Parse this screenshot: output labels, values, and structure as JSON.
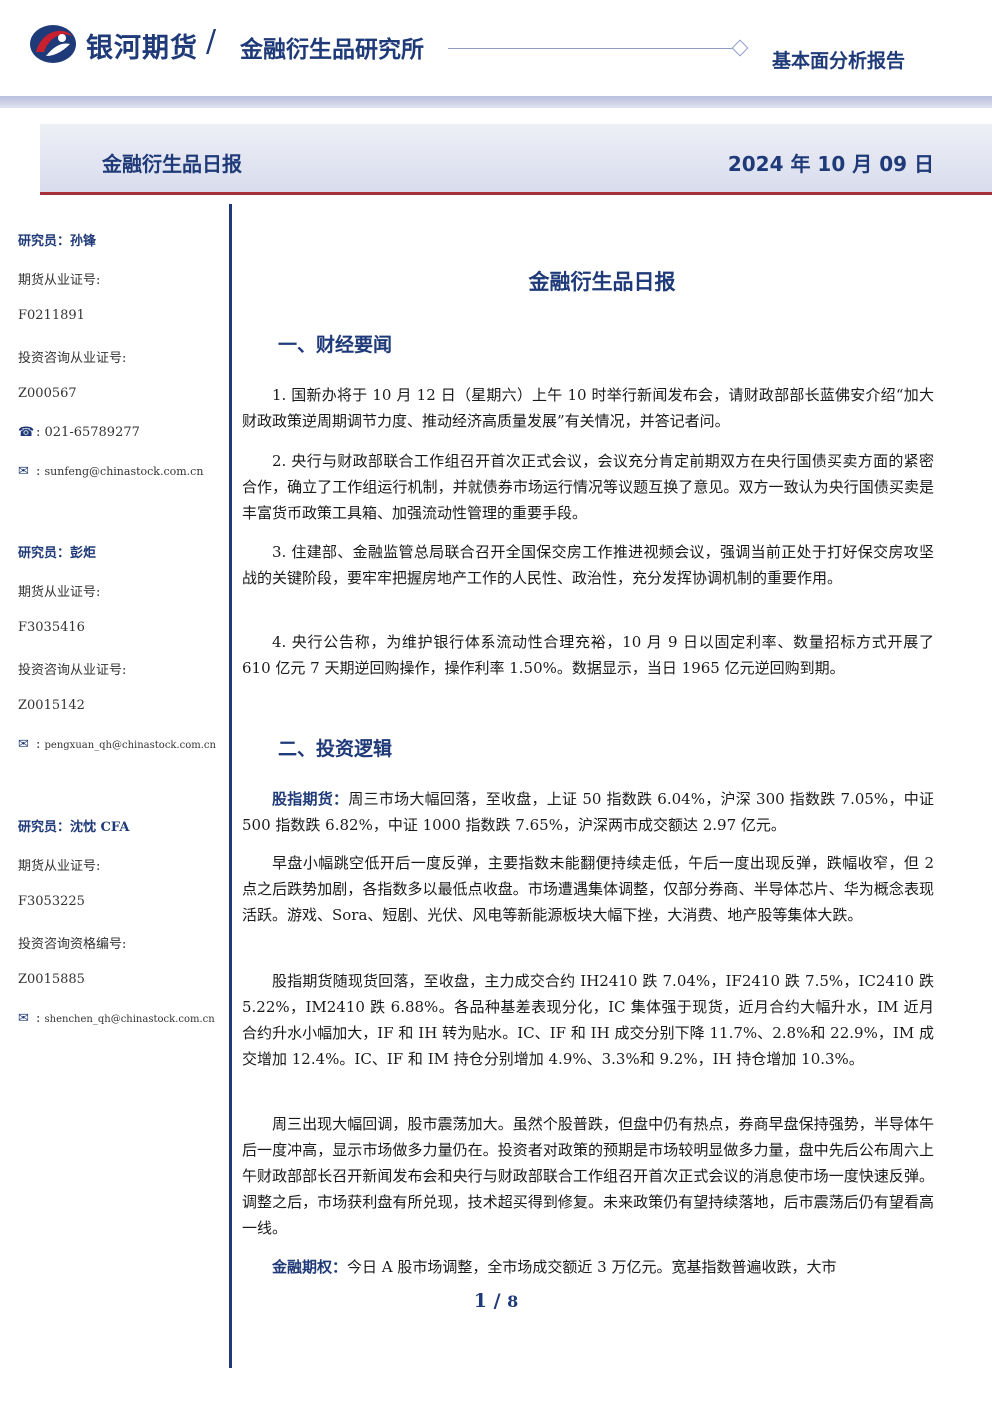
{
  "header": {
    "brand": "银河期货",
    "institute": "金融衍生品研究所",
    "report_type": "基本面分析报告",
    "colors": {
      "brand_blue": "#1f3a78",
      "brand_red": "#c8202e",
      "accent_rule": "#a6313c"
    }
  },
  "title_bar": {
    "name": "金融衍生品日报",
    "date": "2024 年 10 月 09 日"
  },
  "sidebar": {
    "analysts": [
      {
        "name_label": "研究员：孙锋",
        "license_label": "期货从业证号:",
        "license": "F0211891",
        "consult_label": "投资咨询从业证号:",
        "consult": "Z000567",
        "phone": "021-65789277",
        "email": "sunfeng@chinastock.com.cn"
      },
      {
        "name_label": "研究员：彭炬",
        "license_label": "期货从业证号:",
        "license": "F3035416",
        "consult_label": "投资咨询从业证号:",
        "consult": "Z0015142",
        "email": "pengxuan_qh@chinastock.com.cn"
      },
      {
        "name_label": "研究员：沈忱  CFA",
        "license_label": "期货从业证号:",
        "license": "F3053225",
        "consult_label": "投资咨询资格编号:",
        "consult": "Z0015885",
        "email": "shenchen_qh@chinastock.com.cn"
      }
    ]
  },
  "main": {
    "title": "金融衍生品日报",
    "section1": {
      "heading": "一、财经要闻",
      "items": [
        "1. 国新办将于 10 月 12 日（星期六）上午 10 时举行新闻发布会，请财政部部长蓝佛安介绍“加大财政政策逆周期调节力度、推动经济高质量发展”有关情况，并答记者问。",
        "2. 央行与财政部联合工作组召开首次正式会议，会议充分肯定前期双方在央行国债买卖方面的紧密合作，确立了工作组运行机制，并就债券市场运行情况等议题互换了意见。双方一致认为央行国债买卖是丰富货币政策工具箱、加强流动性管理的重要手段。",
        "3. 住建部、金融监管总局联合召开全国保交房工作推进视频会议，强调当前正处于打好保交房攻坚战的关键阶段，要牢牢把握房地产工作的人民性、政治性，充分发挥协调机制的重要作用。",
        "4. 央行公告称，为维护银行体系流动性合理充裕，10 月 9 日以固定利率、数量招标方式开展了 610 亿元 7 天期逆回购操作，操作利率 1.50%。数据显示，当日 1965 亿元逆回购到期。"
      ]
    },
    "section2": {
      "heading": "二、投资逻辑",
      "stock_lead": "股指期货：",
      "stock_p1": "周三市场大幅回落，至收盘，上证 50 指数跌 6.04%，沪深 300 指数跌 7.05%，中证 500 指数跌 6.82%，中证 1000 指数跌 7.65%，沪深两市成交额达 2.97 亿元。",
      "stock_p2": "早盘小幅跳空低开后一度反弹，主要指数未能翻便持续走低，午后一度出现反弹，跌幅收窄，但 2 点之后跌势加剧，各指数多以最低点收盘。市场遭遇集体调整，仅部分券商、半导体芯片、华为概念表现活跃。游戏、Sora、短剧、光伏、风电等新能源板块大幅下挫，大消费、地产股等集体大跌。",
      "stock_p3": "股指期货随现货回落，至收盘，主力成交合约 IH2410 跌 7.04%，IF2410 跌 7.5%，IC2410 跌 5.22%，IM2410 跌 6.88%。各品种基差表现分化，IC 集体强于现货，近月合约大幅升水，IM 近月合约升水小幅加大，IF 和 IH 转为贴水。IC、IF 和 IH 成交分别下降 11.7%、2.8%和 22.9%，IM 成交增加 12.4%。IC、IF 和 IM 持仓分别增加 4.9%、3.3%和 9.2%，IH 持仓增加 10.3%。",
      "stock_p4": "周三出现大幅回调，股市震荡加大。虽然个股普跌，但盘中仍有热点，券商早盘保持强势，半导体午后一度冲高，显示市场做多力量仍在。投资者对政策的预期是市场较明显做多力量，盘中先后公布周六上午财政部部长召开新闻发布会和央行与财政部联合工作组召开首次正式会议的消息使市场一度快速反弹。调整之后，市场获利盘有所兑现，技术超买得到修复。未来政策仍有望持续落地，后市震荡后仍有望看高一线。",
      "option_lead": "金融期权：",
      "option_p1": "今日 A 股市场调整，全市场成交额近 3 万亿元。宽基指数普遍收跌，大市"
    }
  },
  "footer": {
    "page": "1",
    "separator": "/",
    "total": "8"
  }
}
